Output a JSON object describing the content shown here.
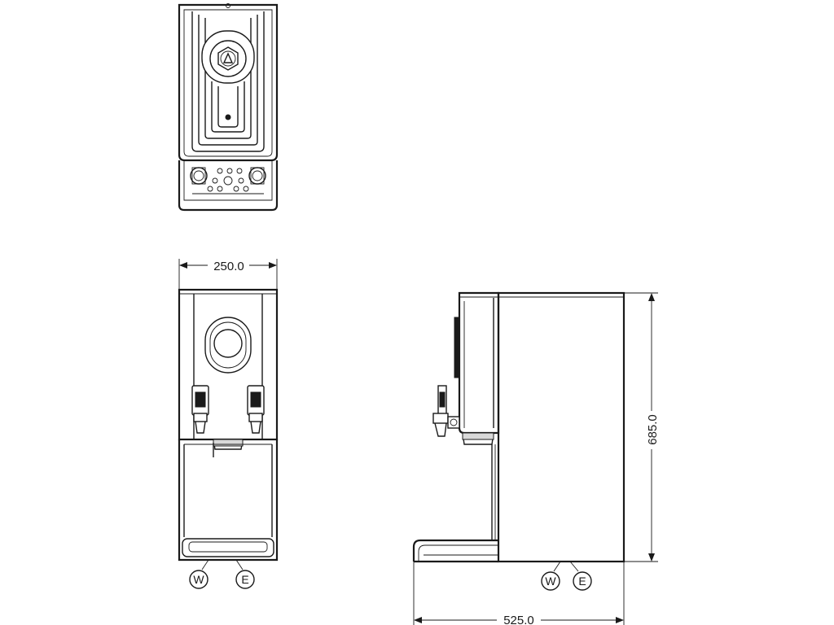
{
  "dimensions": {
    "width": "250.0",
    "height": "685.0",
    "depth": "525.0"
  },
  "callouts": {
    "water": "W",
    "electric": "E"
  }
}
